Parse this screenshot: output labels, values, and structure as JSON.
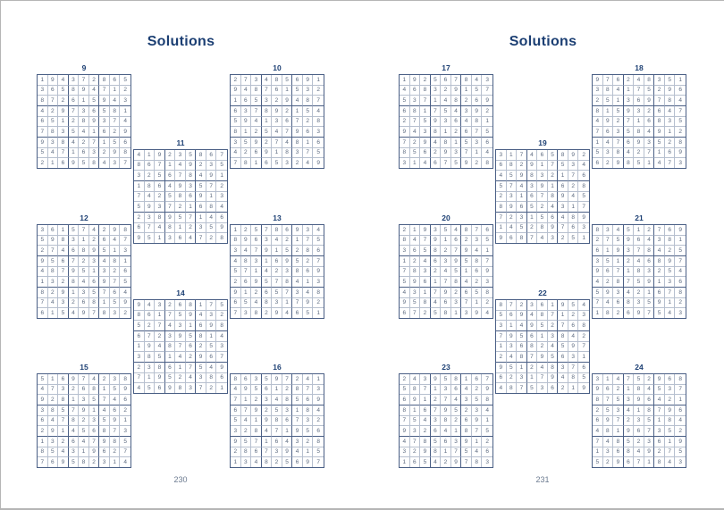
{
  "pages": [
    {
      "title": "Solutions",
      "page_number": "230",
      "puzzles": [
        {
          "number": "9",
          "rows": [
            "194372865",
            "365894712",
            "872615943",
            "429736581",
            "651289374",
            "783541629",
            "938427156",
            "547163298",
            "216958437"
          ]
        },
        {
          "number": "10",
          "rows": [
            "273485691",
            "948761532",
            "165329487",
            "637892154",
            "594136728",
            "812547963",
            "359274816",
            "426918375",
            "781653249"
          ]
        },
        {
          "number": "11",
          "rows": [
            "419235867",
            "867149235",
            "325678491",
            "186493572",
            "742586913",
            "593721684",
            "238957146",
            "674812359",
            "951364728"
          ]
        },
        {
          "number": "12",
          "rows": [
            "361574298",
            "598312647",
            "274689513",
            "956723481",
            "487951326",
            "132846975",
            "829135764",
            "743268159",
            "615497832"
          ]
        },
        {
          "number": "13",
          "rows": [
            "125786934",
            "896342175",
            "347915286",
            "483169527",
            "571423869",
            "269578413",
            "912657348",
            "654831792",
            "738294651"
          ]
        },
        {
          "number": "14",
          "rows": [
            "943268175",
            "861759432",
            "527431698",
            "672395814",
            "194876253",
            "385142967",
            "238617549",
            "719524386",
            "456983721"
          ]
        },
        {
          "number": "15",
          "rows": [
            "516974238",
            "473268159",
            "928135746",
            "385791462",
            "647823591",
            "291456873",
            "132647985",
            "854319627",
            "769582314"
          ]
        },
        {
          "number": "16",
          "rows": [
            "863597241",
            "495612873",
            "712348569",
            "679253184",
            "541986732",
            "328471956",
            "957164328",
            "286739415",
            "134825697"
          ]
        }
      ]
    },
    {
      "title": "Solutions",
      "page_number": "231",
      "puzzles": [
        {
          "number": "17",
          "rows": [
            "192567843",
            "468329157",
            "537148269",
            "681754392",
            "275936481",
            "943812675",
            "729481536",
            "856293714",
            "314675928"
          ]
        },
        {
          "number": "18",
          "rows": [
            "976248351",
            "384175296",
            "251369784",
            "815932647",
            "492716835",
            "763584912",
            "147693528",
            "538427169",
            "629851473"
          ]
        },
        {
          "number": "19",
          "rows": [
            "317465892",
            "682917534",
            "459832176",
            "574391628",
            "231678945",
            "896524317",
            "723156489",
            "145289763",
            "968743251"
          ]
        },
        {
          "number": "20",
          "rows": [
            "219354876",
            "847916235",
            "365827941",
            "124639587",
            "783245169",
            "596178423",
            "431792658",
            "958463712",
            "672581394"
          ]
        },
        {
          "number": "21",
          "rows": [
            "834512769",
            "275964381",
            "619378425",
            "351246897",
            "967183254",
            "428759136",
            "593421678",
            "746835912",
            "182697543"
          ]
        },
        {
          "number": "22",
          "rows": [
            "872361954",
            "569487123",
            "314952768",
            "795613842",
            "136824597",
            "248795631",
            "951248376",
            "623179485",
            "487536219"
          ]
        },
        {
          "number": "23",
          "rows": [
            "243958167",
            "587136429",
            "691274358",
            "816795234",
            "754382691",
            "932641875",
            "478563912",
            "329817546",
            "165429783"
          ]
        },
        {
          "number": "24",
          "rows": [
            "314752968",
            "962184537",
            "875396421",
            "253418796",
            "697235184",
            "481967352",
            "748523619",
            "136849275",
            "529671843"
          ]
        }
      ]
    }
  ]
}
